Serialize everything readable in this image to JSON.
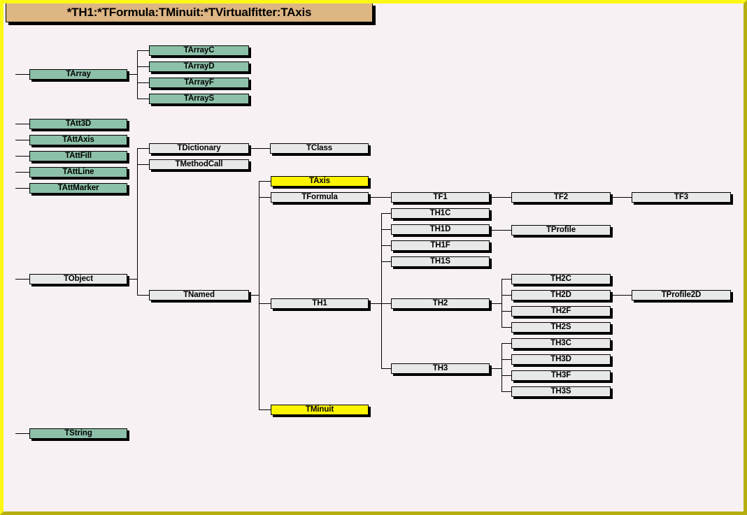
{
  "window": {
    "title": "*TH1:*TFormula:TMinuit:*TVirtualfitter:TAxis",
    "background_color": "#f7f1f4",
    "border_top_color": "#fcf816",
    "border_bottom_color": "#b4ae12",
    "title_bar_color": "#ddb684"
  },
  "legend_colors": {
    "base_class": "#8cc0a8",
    "derived_class": "#e8e8e8",
    "highlighted_class": "#fdf400"
  },
  "nodes": {
    "tarray": {
      "label": "TArray",
      "kind": "green"
    },
    "tarrayc": {
      "label": "TArrayC",
      "kind": "green"
    },
    "tarrayd": {
      "label": "TArrayD",
      "kind": "green"
    },
    "tarrayf": {
      "label": "TArrayF",
      "kind": "green"
    },
    "tarrays": {
      "label": "TArrayS",
      "kind": "green"
    },
    "tatt3d": {
      "label": "TAtt3D",
      "kind": "green"
    },
    "tattaxis": {
      "label": "TAttAxis",
      "kind": "green"
    },
    "tattfill": {
      "label": "TAttFill",
      "kind": "green"
    },
    "tattline": {
      "label": "TAttLine",
      "kind": "green"
    },
    "tattmarker": {
      "label": "TAttMarker",
      "kind": "green"
    },
    "tobject": {
      "label": "TObject",
      "kind": "gray"
    },
    "tdictionary": {
      "label": "TDictionary",
      "kind": "gray"
    },
    "tmethodcall": {
      "label": "TMethodCall",
      "kind": "gray"
    },
    "tclass": {
      "label": "TClass",
      "kind": "gray"
    },
    "tnamed": {
      "label": "TNamed",
      "kind": "gray"
    },
    "taxis": {
      "label": "TAxis",
      "kind": "yellow"
    },
    "tformula": {
      "label": "TFormula",
      "kind": "gray"
    },
    "th1": {
      "label": "TH1",
      "kind": "gray"
    },
    "tminuit": {
      "label": "TMinuit",
      "kind": "yellow"
    },
    "tf1": {
      "label": "TF1",
      "kind": "gray"
    },
    "tf2": {
      "label": "TF2",
      "kind": "gray"
    },
    "tf3": {
      "label": "TF3",
      "kind": "gray"
    },
    "th1c": {
      "label": "TH1C",
      "kind": "gray"
    },
    "th1d": {
      "label": "TH1D",
      "kind": "gray"
    },
    "th1f": {
      "label": "TH1F",
      "kind": "gray"
    },
    "th1s": {
      "label": "TH1S",
      "kind": "gray"
    },
    "tprofile": {
      "label": "TProfile",
      "kind": "gray"
    },
    "th2": {
      "label": "TH2",
      "kind": "gray"
    },
    "th2c": {
      "label": "TH2C",
      "kind": "gray"
    },
    "th2d": {
      "label": "TH2D",
      "kind": "gray"
    },
    "th2f": {
      "label": "TH2F",
      "kind": "gray"
    },
    "th2s": {
      "label": "TH2S",
      "kind": "gray"
    },
    "tprofile2d": {
      "label": "TProfile2D",
      "kind": "gray"
    },
    "th3": {
      "label": "TH3",
      "kind": "gray"
    },
    "th3c": {
      "label": "TH3C",
      "kind": "gray"
    },
    "th3d": {
      "label": "TH3D",
      "kind": "gray"
    },
    "th3f": {
      "label": "TH3F",
      "kind": "gray"
    },
    "th3s": {
      "label": "TH3S",
      "kind": "gray"
    },
    "tstring": {
      "label": "TString",
      "kind": "green"
    }
  }
}
